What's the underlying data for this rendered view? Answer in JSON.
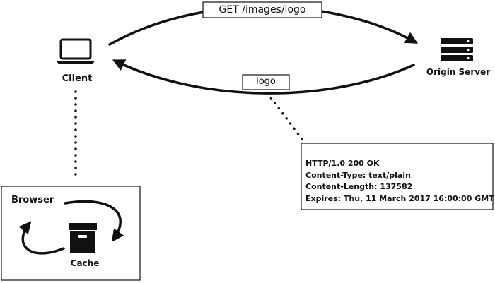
{
  "client": {
    "label": "Client",
    "icon": "laptop-icon"
  },
  "origin_server": {
    "label": "Origin Server",
    "icon": "server-icon"
  },
  "request": {
    "label": "GET /images/logo"
  },
  "response": {
    "label": "logo",
    "headers": [
      "HTTP/1.0 200 OK",
      "Content-Type: text/plain",
      "Content-Length: 137582",
      "Expires: Thu, 11 March 2017 16:00:00 GMT"
    ]
  },
  "browser": {
    "label": "Browser"
  },
  "cache": {
    "label": "Cache",
    "icon": "cache-box-icon"
  },
  "colors": {
    "ink": "#111111",
    "background": "#ffffff"
  }
}
